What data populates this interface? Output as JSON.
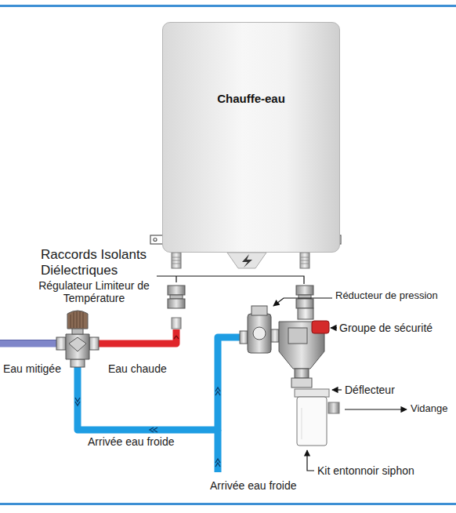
{
  "diagram": {
    "nodes": [
      {
        "text": [
          "Chauffe-eau"
        ]
      }
    ],
    "labels": [
      "Raccords Isolants Diélectriques",
      "Réducteur de pression",
      "Régulateur Limiteur de Température",
      "Groupe de sécurité",
      "Eau mitigée",
      "Eau chaude",
      "Déflecteur",
      "Vidange",
      "Arrivée eau froide",
      "Kit entonnoir siphon",
      "Arrivée eau froide"
    ]
  }
}
